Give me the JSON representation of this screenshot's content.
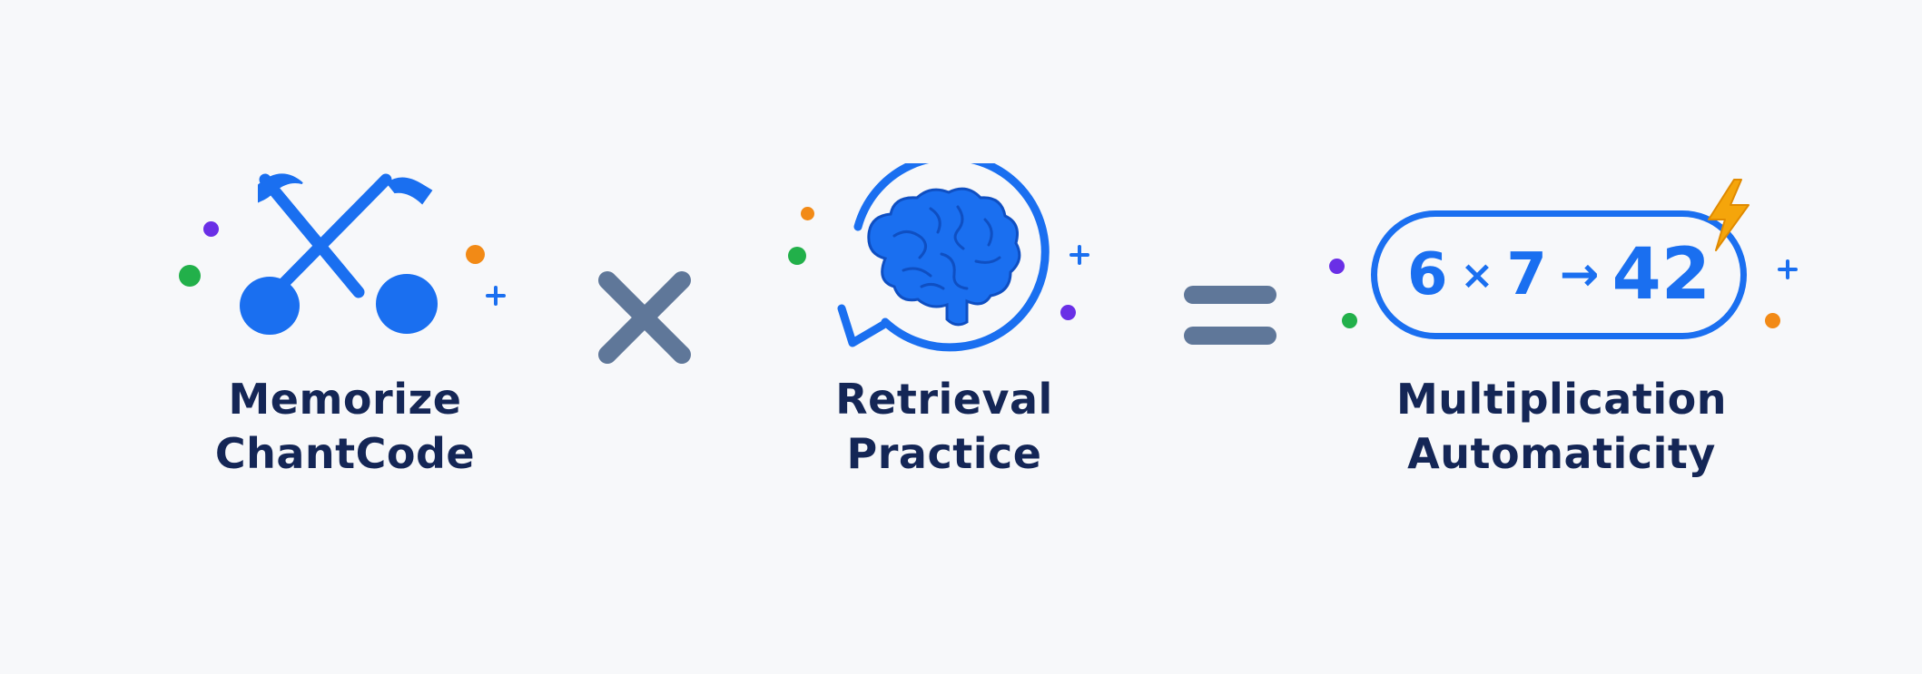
{
  "items": [
    {
      "line1": "Memorize",
      "line2": "ChantCode",
      "icon": "music-notes-icon"
    },
    {
      "line1": "Retrieval",
      "line2": "Practice",
      "icon": "brain-cycle-icon"
    },
    {
      "line1": "Multiplication",
      "line2": "Automaticity",
      "icon": "equation-pill-icon"
    }
  ],
  "operators": {
    "times": "multiply-operator-icon",
    "equals": "equals-operator-icon"
  },
  "equation": {
    "a": "6",
    "op": "×",
    "b": "7",
    "arrow": "→",
    "result": "42",
    "bolt": "⚡"
  },
  "colors": {
    "accent": "#1a6ff0",
    "text": "#142656",
    "operator": "#5f7799",
    "dot_purple": "#6a2fe6",
    "dot_green": "#22b04a",
    "dot_orange": "#f28a16",
    "bolt": "#f5a50b"
  }
}
